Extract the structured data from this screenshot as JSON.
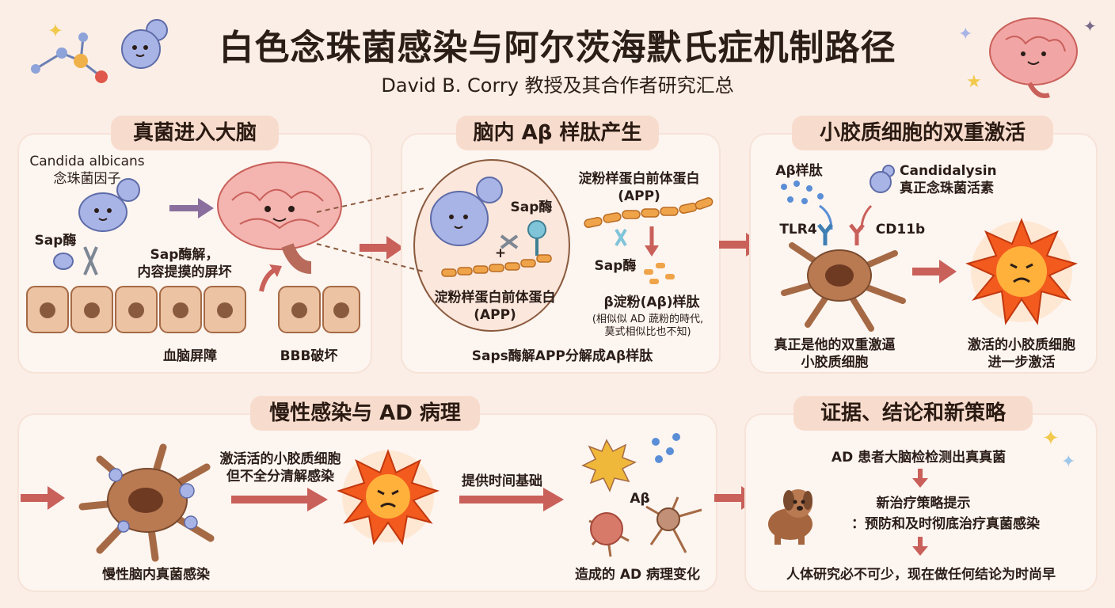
{
  "header": {
    "title": "白色念珠菌感染与阿尔茨海默氏症机制路径",
    "subtitle": "David B. Corry 教授及其合作者研究汇总"
  },
  "panels": {
    "p1": {
      "title": "真菌进入大脑",
      "candida_label": "Candida albicans",
      "candida_cn": "念珠菌因子",
      "sap_label": "Sap酶",
      "sap_action_1": "Sap酶解，",
      "sap_action_2": "内容提摸的屏坏",
      "bbb_label": "血脑屏障",
      "bbb_broken": "BBB破坏"
    },
    "p2": {
      "title": "脑内 Aβ 样肽产生",
      "sap_label": "Sap酶",
      "plus": "+",
      "app_left_1": "淀粉样蛋白前体蛋白",
      "app_left_2": "(APP)",
      "app_right_1": "淀粉样蛋白前体蛋白",
      "app_right_2": "(APP)",
      "sap_label_2": "Sap酶",
      "beta_title": "β淀粉(Aβ)样肽",
      "beta_note_1": "(相似似 AD 蔬粉的時代,",
      "beta_note_2": "莫式相似比也不知)",
      "caption": "Saps酶解APP分解成Aβ样肽"
    },
    "p3": {
      "title": "小胶质细胞的双重激活",
      "abeta_label": "Aβ样肽",
      "candidalysin_1": "Candidalysin",
      "candidalysin_2": "真正念珠菌活素",
      "tlr4": "TLR4",
      "cd11b": "CD11b",
      "caption_left_1": "真正是他的双重激逼",
      "caption_left_2": "小胶质细胞",
      "caption_right_1": "激活的小胶质细胞",
      "caption_right_2": "进一步激活"
    },
    "p4": {
      "title": "慢性感染与 AD 病理",
      "cell_caption": "慢性脑内真菌感染",
      "arrow_text_1": "激活活的小胶质细胞",
      "arrow_text_2": "但不全分清解感染",
      "time_text": "提供时间基础",
      "abeta": "Aβ",
      "result_caption": "造成的 AD 病理变化"
    },
    "p5": {
      "title": "证据、结论和新策略",
      "step1": "AD 患者大脑检检测出真真菌",
      "step2_1": "新治疗策略提示",
      "step2_2": "：预防和及时彻底治疗真菌感染",
      "step3": "人体研究必不可少，现在做任何结论为时尚早"
    }
  },
  "colors": {
    "background": "#fbeee6",
    "panel": "#fdf5f0",
    "panel_title": "#f7dccd",
    "arrow": "#c9605a",
    "fungus": "#a9b4e6",
    "brain": "#f2a5a5",
    "microglia": "#a56a45",
    "activated": "#f25a1e"
  },
  "icons": [
    "fungus-icon",
    "brain-icon",
    "molecule-icon",
    "sparkle-icon",
    "dog-icon",
    "microglia-icon",
    "activated-cell-icon",
    "scissors-icon",
    "receptor-icon"
  ]
}
